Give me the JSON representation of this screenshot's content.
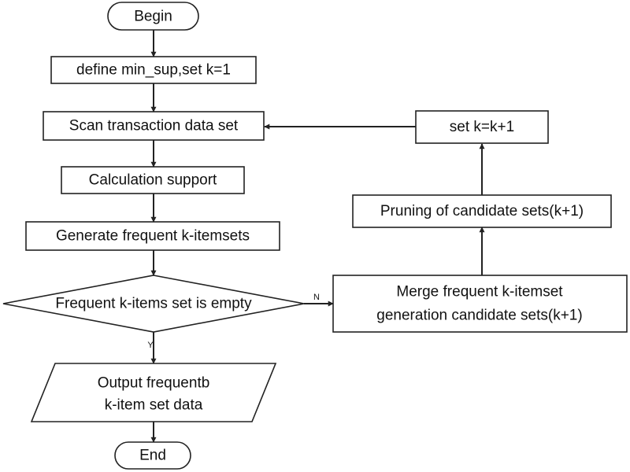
{
  "nodes": {
    "begin": "Begin",
    "define": "define min_sup,set k=1",
    "scan": "Scan transaction data set",
    "calc": "Calculation support",
    "generate": "Generate frequent k-itemsets",
    "decision": "Frequent k-items set is empty",
    "output_line1": "Output frequentb",
    "output_line2": "k-item set data",
    "end": "End",
    "merge_line1": "Merge frequent k-itemset",
    "merge_line2": "generation candidate sets(k+1)",
    "prune": "Pruning of candidate sets(k+1)",
    "setk": "set k=k+1"
  },
  "edge_labels": {
    "no": "N",
    "yes": "Y"
  },
  "colors": {
    "stroke": "#222222",
    "fill": "#ffffff",
    "text": "#111111"
  }
}
